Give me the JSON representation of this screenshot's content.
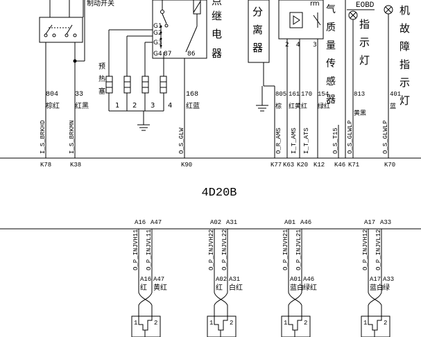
{
  "top": {
    "brake_switch_label": "制动开关",
    "relay_label": "继电器",
    "relay_pins": {
      "g1": "G1",
      "g2": "G2",
      "g3": "G3",
      "g4": "G4",
      "p87": "87",
      "p86": "86"
    },
    "separator_label": "分离器",
    "sensor_label": "质量传感器",
    "sensor_pins": [
      "2",
      "4",
      "3"
    ],
    "eobd_label": "EOBD",
    "indicator_label": "指示灯",
    "fault_label": "故障指示灯",
    "glow_plug_label": "预热塞",
    "glow_plug_pins": [
      "1",
      "2",
      "3",
      "4"
    ],
    "wires": [
      {
        "num": "804",
        "color": "棕红",
        "signal": "I_S_BRKHD",
        "conn": "K78"
      },
      {
        "num": "33",
        "color": "红黑",
        "signal": "I_S_BRKMN",
        "conn": "K38"
      },
      {
        "num": "168",
        "color": "红蓝",
        "signal": "O_S_GLW",
        "conn": "K90"
      },
      {
        "num": "805",
        "color": "棕",
        "signal": "O_R_AMS",
        "conn": "K77"
      },
      {
        "num": "161",
        "color": "红黄",
        "signal": "I_T_AMS",
        "conn": "K63"
      },
      {
        "num": "170",
        "color": "红",
        "signal": "I_T_ATS",
        "conn": "K20"
      },
      {
        "num": "154",
        "color": "绿红",
        "signal": "",
        "conn": "K12"
      },
      {
        "num": "",
        "color": "",
        "signal": "O_S_T15",
        "conn": "K46"
      },
      {
        "num": "813",
        "color": "黄黑",
        "signal": "O_S_GLWLP",
        "conn": "K71"
      },
      {
        "num": "401",
        "color": "蓝",
        "signal": "O_S_GLWLP",
        "conn": "K70"
      }
    ]
  },
  "title": "4D20B",
  "bottom": {
    "injectors": [
      {
        "pin_a": "A16",
        "pin_b": "A47",
        "sig_a": "O_P_INJVH11",
        "sig_b": "O_P_INJVL11",
        "color_a": "红",
        "color_b": "黄红",
        "coil_1": "1",
        "coil_2": "2"
      },
      {
        "pin_a": "A02",
        "pin_b": "A31",
        "sig_a": "O_P_INJVH22",
        "sig_b": "O_P_INJVL22",
        "color_a": "红",
        "color_b": "白红",
        "coil_1": "1",
        "coil_2": "2"
      },
      {
        "pin_a": "A01",
        "pin_b": "A46",
        "sig_a": "O_P_INJVH21",
        "sig_b": "O_P_INJVL21",
        "color_a": "蓝白",
        "color_b": "绿红",
        "coil_1": "1",
        "coil_2": "2"
      },
      {
        "pin_a": "A17",
        "pin_b": "A33",
        "sig_a": "O_P_INJVH12",
        "sig_b": "O_P_INJVL12",
        "color_a": "蓝白",
        "color_b": "绿",
        "coil_1": "1",
        "coil_2": "2"
      }
    ]
  }
}
